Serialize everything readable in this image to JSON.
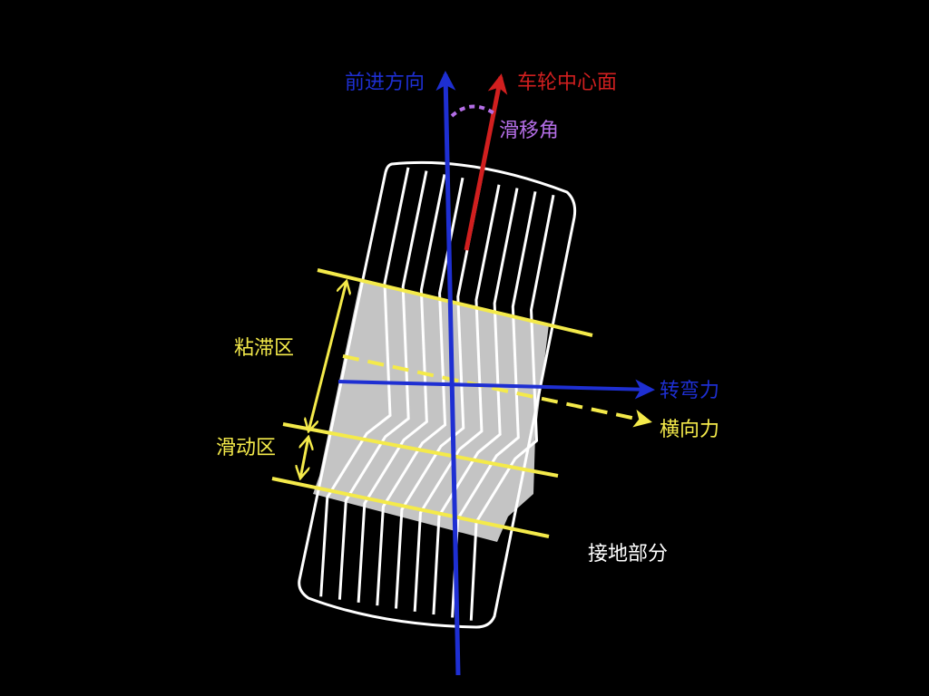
{
  "labels": {
    "forward_direction": "前进方向",
    "wheel_center_plane": "车轮中心面",
    "slip_angle": "滑移角",
    "adhesion_zone": "粘滞区",
    "sliding_zone": "滑动区",
    "cornering_force": "转弯力",
    "lateral_force": "横向力",
    "contact_patch": "接地部分"
  },
  "colors": {
    "background": "#000000",
    "forward": "#1e2fd2",
    "wheel_plane": "#d11f1f",
    "slip_angle": "#b46ee6",
    "zones": "#f4ea4a",
    "contact_patch_fill": "#c4c4c4",
    "tire_outline": "#ffffff"
  }
}
